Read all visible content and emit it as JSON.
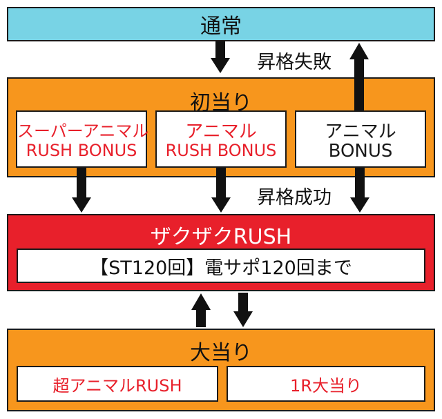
{
  "top": {
    "title": "通常"
  },
  "first_hit": {
    "title": "初当り",
    "items": [
      {
        "line1": "スーパーアニマル",
        "line2": "RUSH BONUS"
      },
      {
        "line1": "アニマル",
        "line2": "RUSH BONUS"
      },
      {
        "line1": "アニマル",
        "line2": "BONUS"
      }
    ]
  },
  "labels": {
    "promote_fail": "昇格失敗",
    "promote_success": "昇格成功"
  },
  "rush": {
    "title": "ザクザクRUSH",
    "detail": "【ST120回】電サポ120回まで"
  },
  "big_hit": {
    "title": "大当り",
    "items": [
      "超アニマルRUSH",
      "1R大当り"
    ]
  },
  "colors": {
    "cyan": "#78d3e5",
    "orange": "#f7961d",
    "red": "#e8202b",
    "white": "#ffffff",
    "black": "#1a1a1a"
  }
}
